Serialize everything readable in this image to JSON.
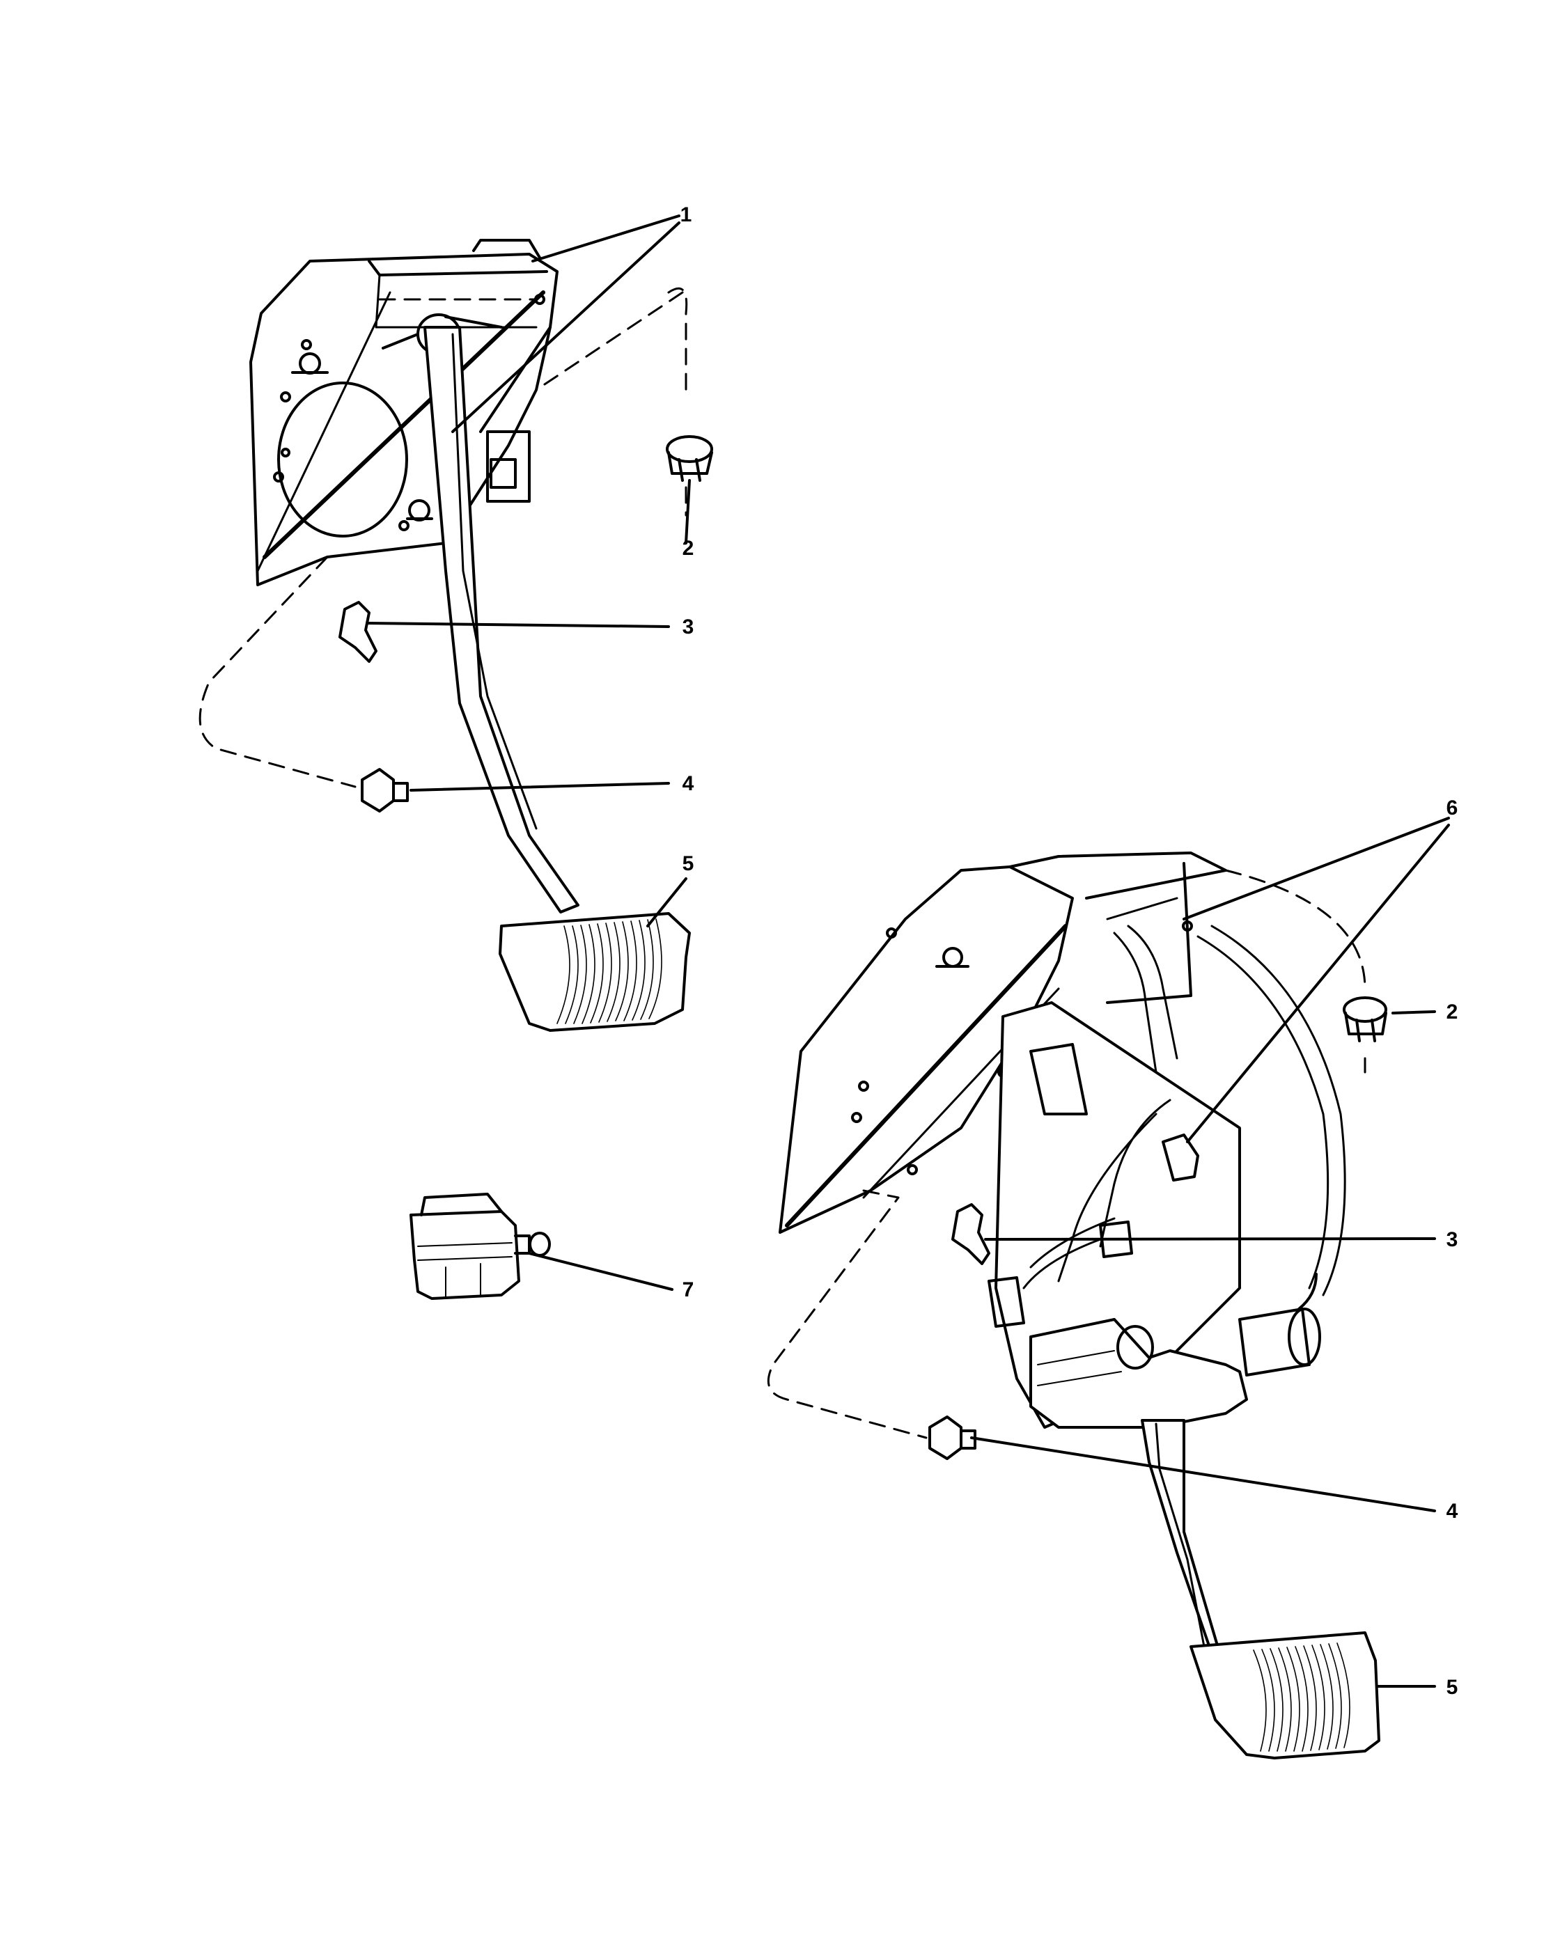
{
  "diagram": {
    "ink_color": "#000000",
    "background_color": "#ffffff",
    "callouts": {
      "left_1": "1",
      "left_2": "2",
      "left_3": "3",
      "left_4": "4",
      "left_5": "5",
      "left_7": "7",
      "right_6": "6",
      "right_2": "2",
      "right_3": "3",
      "right_4": "4",
      "right_5": "5"
    }
  }
}
